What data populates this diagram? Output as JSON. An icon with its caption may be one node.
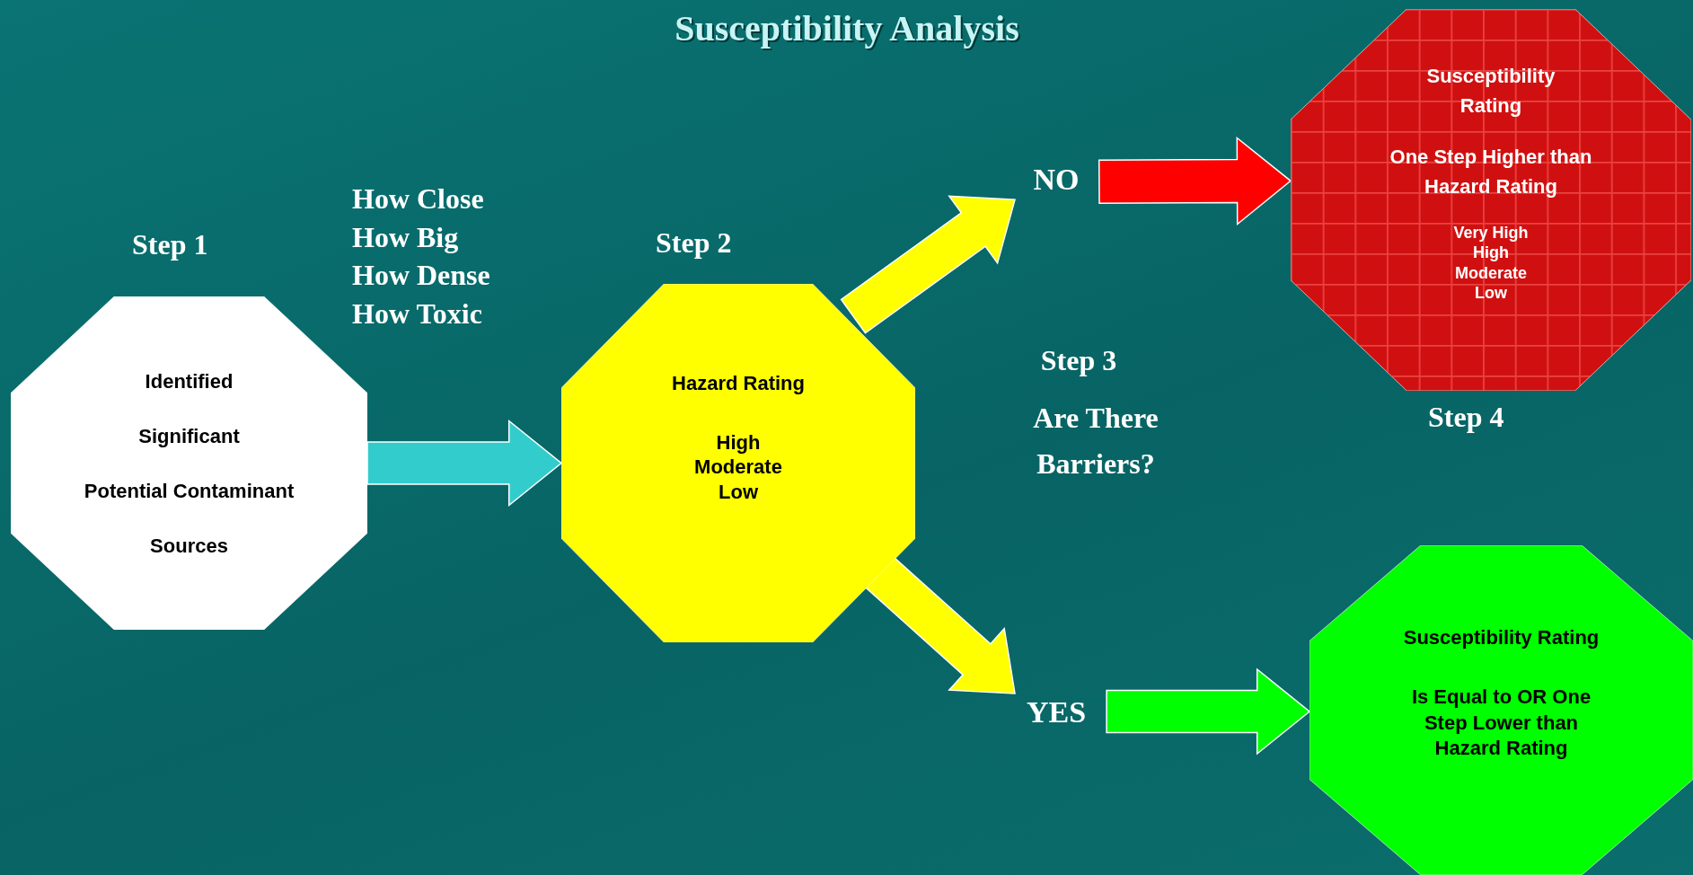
{
  "diagram": {
    "title": "Susceptibility Analysis",
    "nodes": [
      {
        "text": [
          "Identified",
          "Significant",
          "Potential Contaminant",
          "Sources"
        ],
        "beside": [
          "Step 1"
        ]
      },
      {
        "text": [
          "Hazard Rating",
          "High Moderate Low"
        ],
        "beside": [
          "Step 2"
        ]
      },
      {
        "text": [
          "NO"
        ]
      },
      {
        "text": [
          "Susceptibility Rating",
          "One Step Higher than Hazard Rating",
          "Very High High Moderate Low"
        ],
        "beside": [
          "Step 4"
        ]
      },
      {
        "text": [
          "YES"
        ]
      },
      {
        "text": [
          "Susceptibility Rating",
          "Is Equal to OR One Step Lower than Hazard Rating"
        ]
      }
    ],
    "edges": [
      {
        "from": 0,
        "to": 1,
        "arrow": "to",
        "label": "How Close How Big How Dense How Toxic",
        "style": "thick",
        "color": "#33cccc"
      },
      {
        "from": 1,
        "to": 2,
        "arrow": "to",
        "style": "thick",
        "color": "#ffff00"
      },
      {
        "from": 2,
        "to": 3,
        "arrow": "to",
        "style": "thick",
        "color": "#ff0000"
      },
      {
        "from": 1,
        "to": 4,
        "arrow": "to",
        "style": "thick",
        "color": "#ffff00"
      },
      {
        "from": 4,
        "to": 5,
        "arrow": "to",
        "style": "thick",
        "color": "#00ff00"
      }
    ],
    "labels": [
      "Step 3",
      "Are There Barriers?"
    ]
  }
}
